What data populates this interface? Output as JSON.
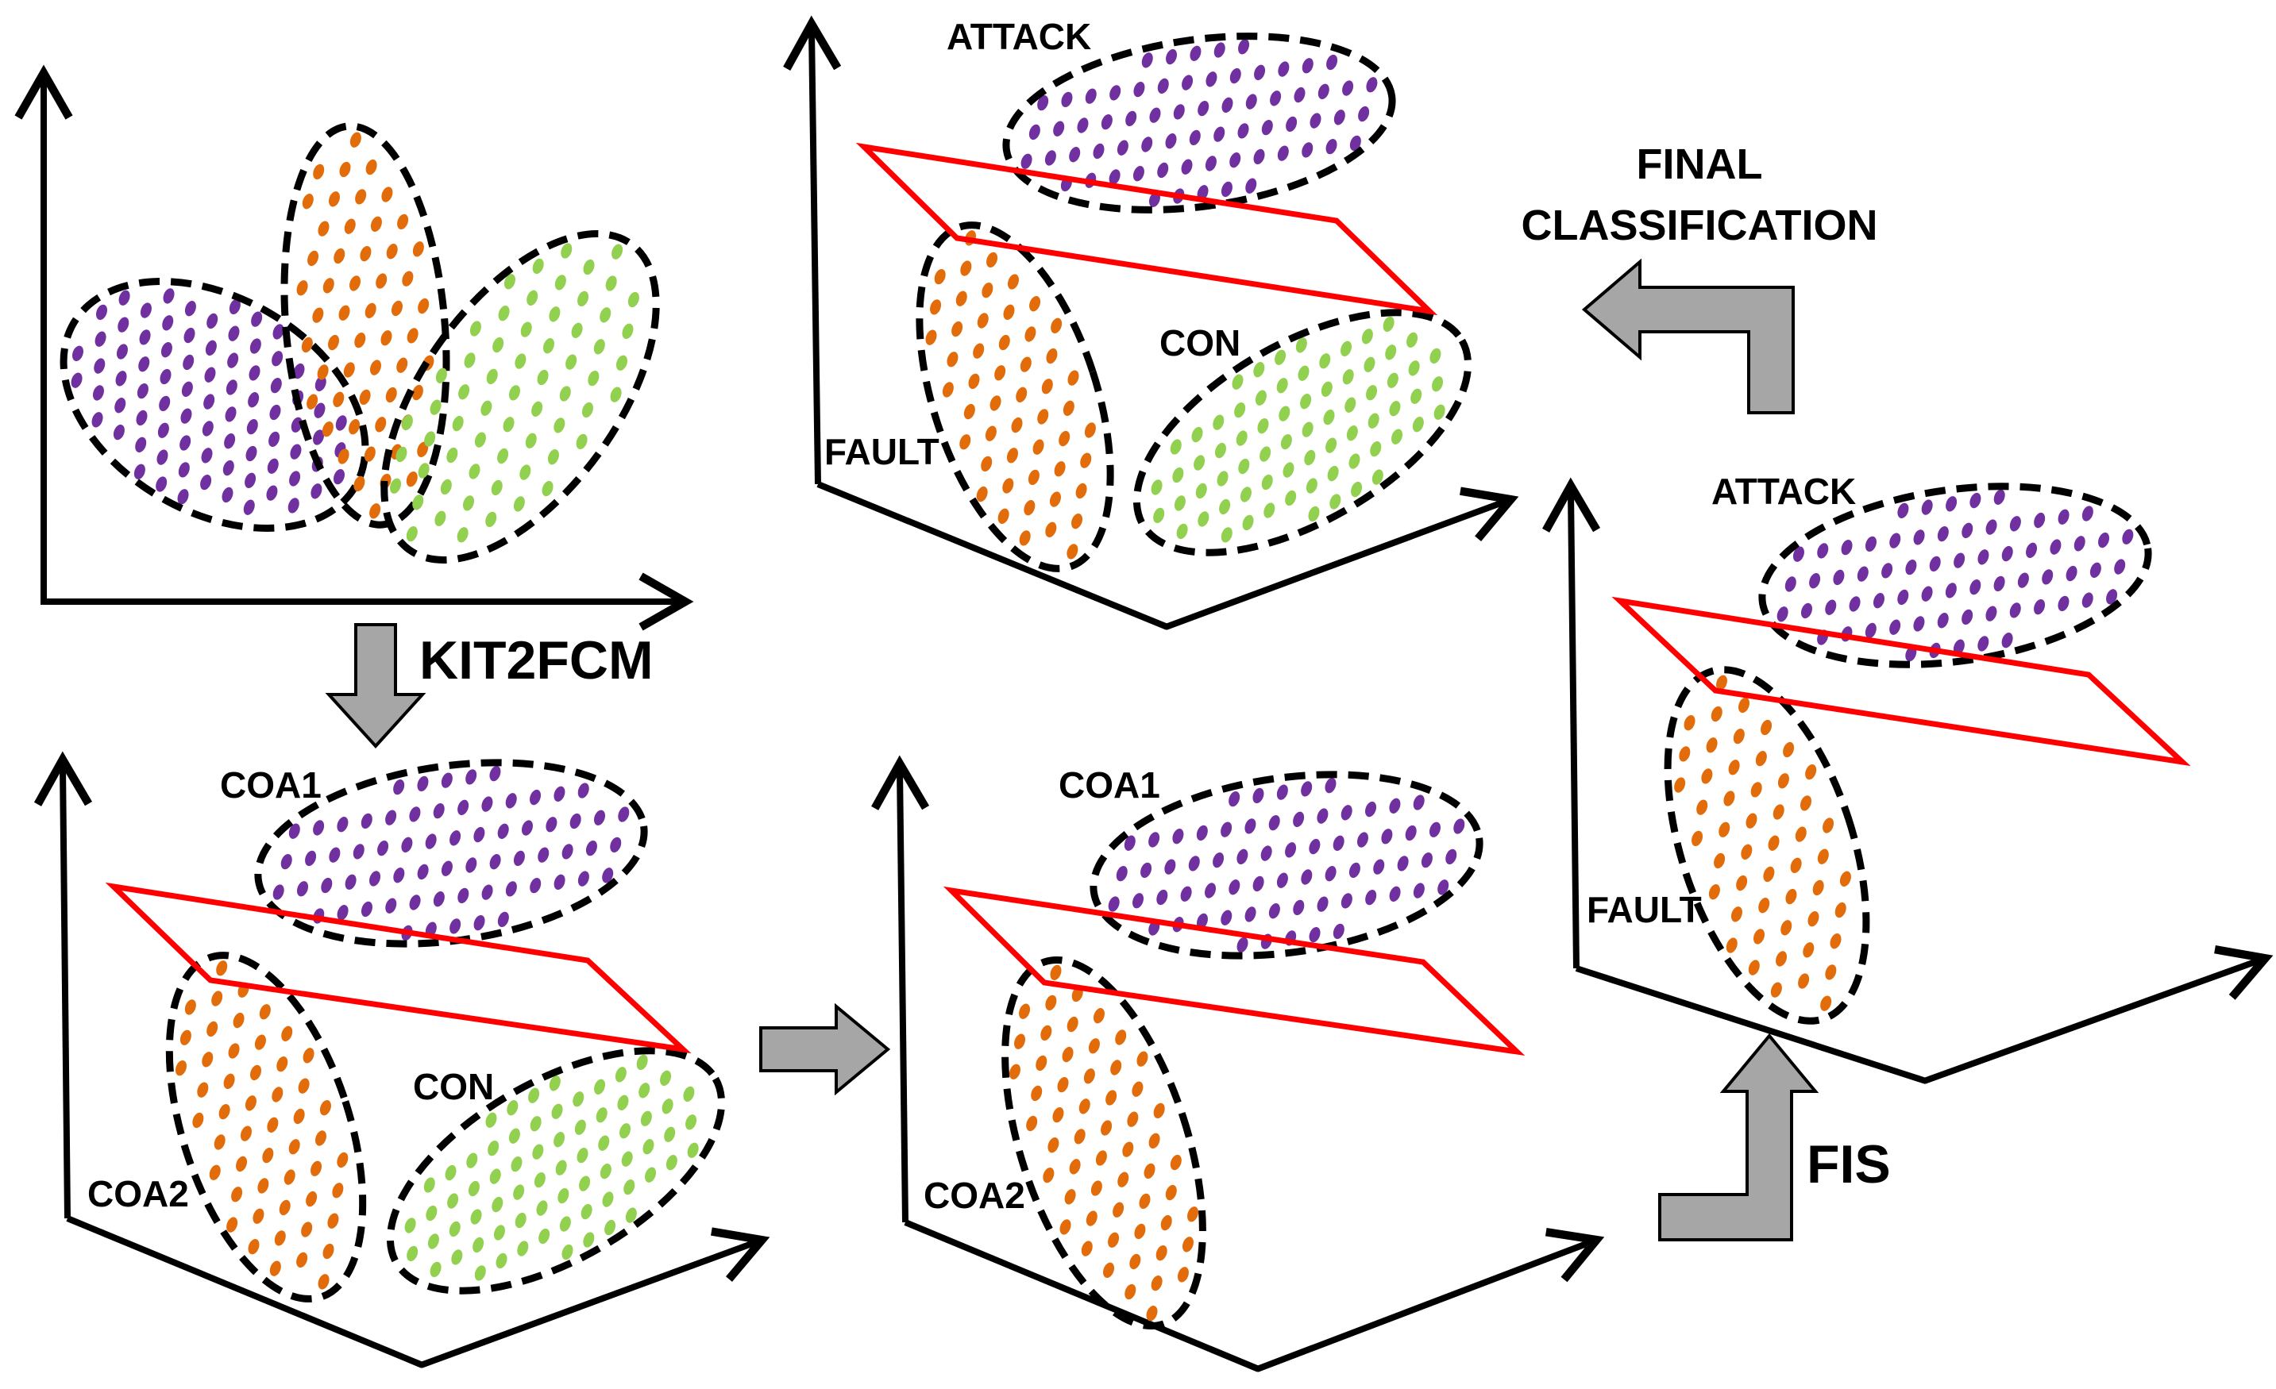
{
  "colors": {
    "purple": "#7030A0",
    "orange": "#E36C0A",
    "green": "#92D050",
    "plane": "#FF0000",
    "arrow_fill": "#A6A6A6",
    "ink": "#000000"
  },
  "labels": {
    "kit2fcm": "KIT2FCM",
    "fis": "FIS",
    "final_line1": "FINAL",
    "final_line2": "CLASSIFICATION"
  },
  "panels": {
    "top_left": {
      "clusters": [
        "purple",
        "orange",
        "green"
      ]
    },
    "bottom_left": {
      "coa1": "COA1",
      "coa2": "COA2",
      "con": "CON"
    },
    "bottom_middle": {
      "coa1": "COA1",
      "coa2": "COA2"
    },
    "right": {
      "attack": "ATTACK",
      "fault": "FAULT"
    },
    "top_middle": {
      "attack": "ATTACK",
      "fault": "FAULT",
      "con": "CON"
    }
  }
}
